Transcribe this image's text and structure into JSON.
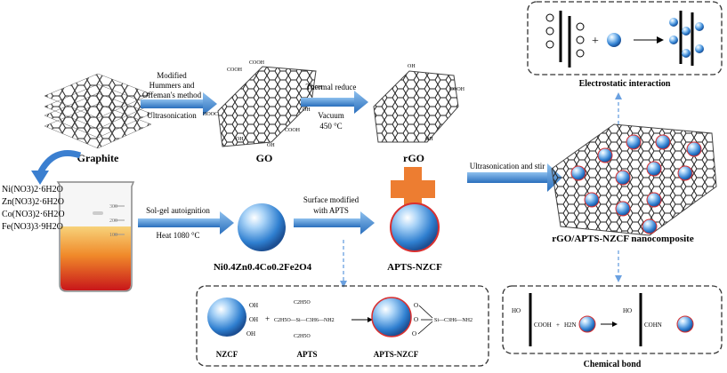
{
  "materials": {
    "graphite": "Graphite",
    "go": "GO",
    "rgo": "rGO",
    "nzcf_product": "Ni0.4Zn0.4Co0.2Fe2O4",
    "apts_nzcf": "APTS-NZCF",
    "composite": "rGO/APTS-NZCF nanocomposite"
  },
  "steps": {
    "hummers_line1": "Modified",
    "hummers_line2": "Hummers and",
    "hummers_line3": "Offeman's method",
    "hummers_line4": "Ultrasonication",
    "thermal_line1": "Thermal reduce",
    "thermal_line2": "Vacuum",
    "thermal_line3": "450 °C",
    "solgel_line1": "Sol-gel autoignition",
    "solgel_line2": "Heat 1080 °C",
    "surface_line1": "Surface modified",
    "surface_line2": "with APTS",
    "ultrasonication": "Ultrasonication and stir"
  },
  "precursors": [
    "Ni(NO3)2·6H2O",
    "Zn(NO3)2·6H2O",
    "Co(NO3)2·6H2O",
    "Fe(NO3)3·9H2O"
  ],
  "beaker_marks": [
    "300",
    "200",
    "100"
  ],
  "interactions": {
    "electrostatic": "Electrostatic interaction",
    "chemical_bond": "Chemical bond"
  },
  "reaction": {
    "nzcf": "NZCF",
    "apts": "APTS",
    "apts_nzcf": "APTS-NZCF",
    "oh": "OH",
    "c2h5o": "C2H5O",
    "c2h5o_si": "C2H5O—Si—C3H6—NH2",
    "si_chain": "Si—C3H6—NH2",
    "o": "O",
    "plus": "+"
  },
  "chem_bond": {
    "ho": "HO",
    "cooh": "COOH",
    "h2n": "H2N",
    "cohn": "COHN",
    "plus": "+"
  },
  "go_groups": {
    "cooh": "COOH",
    "oh": "OH",
    "hooc": "HOOC"
  },
  "colors": {
    "arrow_blue": "#4a90d9",
    "sphere_blue": "#3b86d6",
    "plus_orange": "#ed7d31",
    "dashed_blue": "#6aa0e0",
    "sphere_ring_red": "#d93030"
  }
}
